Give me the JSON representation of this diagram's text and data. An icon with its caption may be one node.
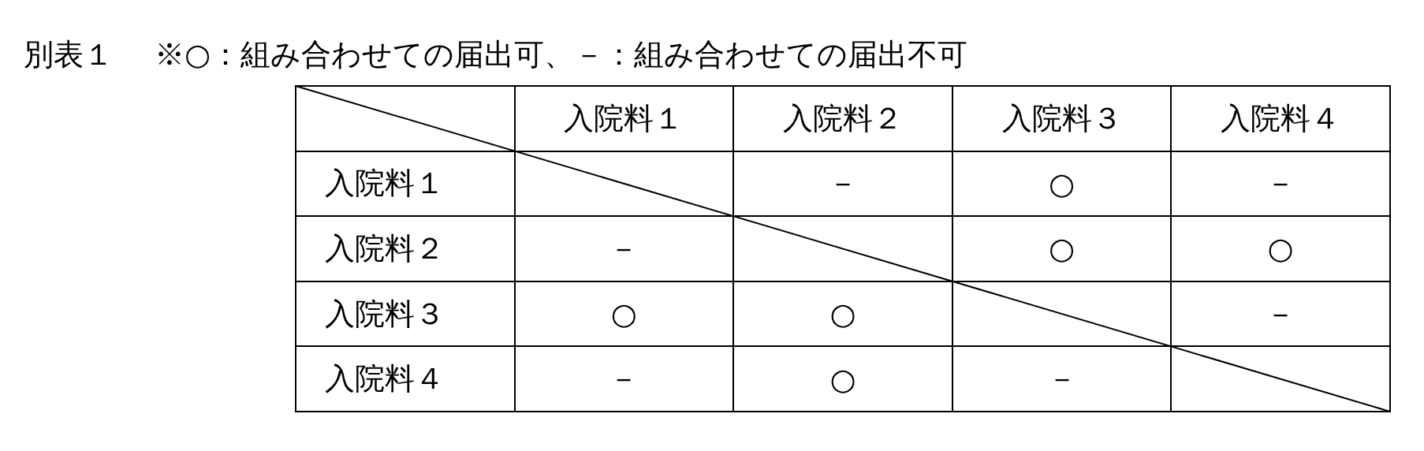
{
  "diagram": {
    "title": "別表１",
    "labels": [
      "※○：組み合わせての届出可、－：組み合わせての届出不可",
      "入院料１",
      "入院料２",
      "入院料３",
      "入院料４",
      "入院料１",
      "－",
      "○",
      "－",
      "入院料２",
      "－",
      "○",
      "○",
      "入院料３",
      "○",
      "○",
      "－",
      "入院料４",
      "－",
      "○",
      "－"
    ]
  }
}
